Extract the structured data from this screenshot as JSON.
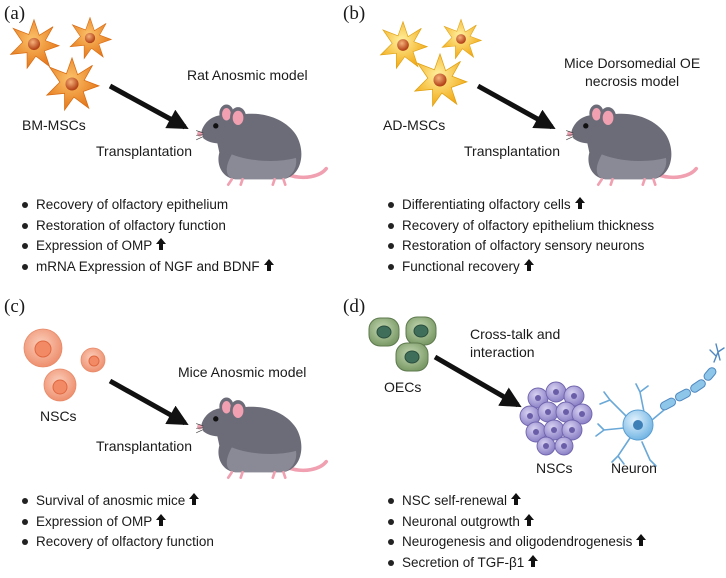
{
  "panels": [
    {
      "tag": "(a)",
      "cells_label": "BM-MSCs",
      "model": [
        "Rat Anosmic model"
      ],
      "arrow_label": "Transplantation",
      "bullets": [
        {
          "text": "Recovery of olfactory epithelium",
          "up": false
        },
        {
          "text": "Restoration of olfactory function",
          "up": false
        },
        {
          "text": "Expression of OMP",
          "up": true
        },
        {
          "text": "mRNA Expression of NGF and BDNF",
          "up": true
        }
      ]
    },
    {
      "tag": "(b)",
      "cells_label": "AD-MSCs",
      "model": [
        "Mice Dorsomedial OE",
        "necrosis model"
      ],
      "arrow_label": "Transplantation",
      "bullets": [
        {
          "text": "Differentiating olfactory cells",
          "up": true
        },
        {
          "text": "Recovery of olfactory epithelium thickness",
          "up": false
        },
        {
          "text": "Restoration of olfactory sensory neurons",
          "up": false
        },
        {
          "text": "Functional recovery",
          "up": true
        }
      ]
    },
    {
      "tag": "(c)",
      "cells_label": "NSCs",
      "model": [
        "Mice Anosmic model"
      ],
      "arrow_label": "Transplantation",
      "bullets": [
        {
          "text": "Survival of anosmic mice",
          "up": true
        },
        {
          "text": "Expression of OMP",
          "up": true
        },
        {
          "text": "Recovery of olfactory function",
          "up": false
        }
      ]
    },
    {
      "tag": "(d)",
      "cells_label": "OECs",
      "arrow_label": [
        "Cross-talk and",
        "interaction"
      ],
      "target_label": "NSCs",
      "neuron_label": "Neuron",
      "bullets": [
        {
          "text": "NSC self-renewal",
          "up": true
        },
        {
          "text": "Neuronal outgrowth",
          "up": true
        },
        {
          "text": "Neurogenesis and oligodendrogenesis",
          "up": true
        },
        {
          "text": "Secretion of TGF-β1",
          "up": true
        }
      ]
    }
  ],
  "colors": {
    "bm_cell": "#e8821e",
    "ad_cell": "#f2b21a",
    "nsc_cell": "#f4a184",
    "oec_cell": "#8aa878",
    "nsc_cluster": "#a9a0d6",
    "neuron": "#8ec6ea",
    "mouse": "#6c6c78",
    "tail": "#f0a0b0"
  }
}
